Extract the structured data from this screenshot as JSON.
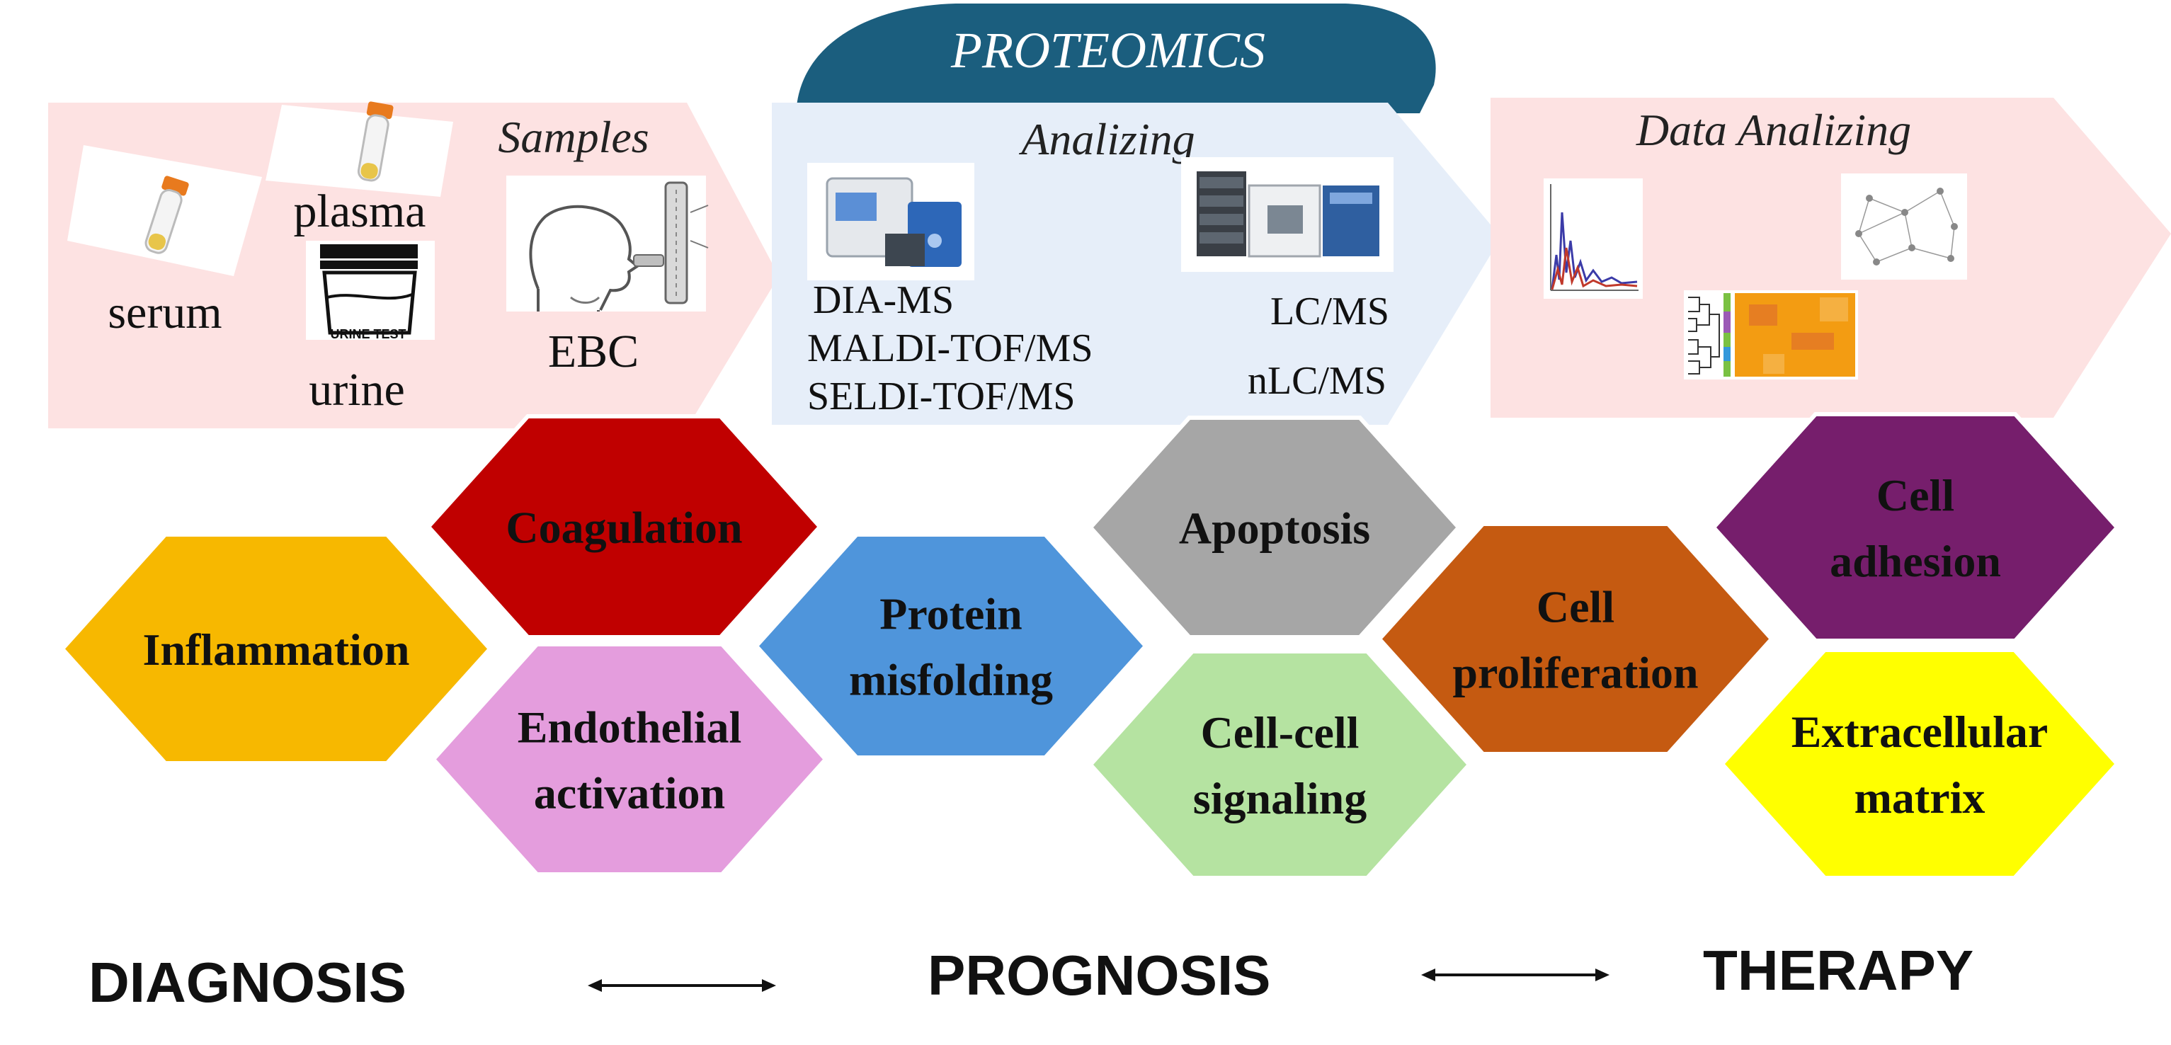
{
  "banner": {
    "title": "PROTEOMICS",
    "color": "#1b5e7e"
  },
  "stages": [
    {
      "key": "samples",
      "title": "Samples",
      "fill": "#fde2e2"
    },
    {
      "key": "analyzing",
      "title": "Analizing",
      "fill": "#e6eef9"
    },
    {
      "key": "data",
      "title": "Data Analizing",
      "fill": "#fde2e2"
    }
  ],
  "samples": {
    "serum": "serum",
    "plasma": "plasma",
    "urine": "urine",
    "urine_cup_text": "URINE TEST",
    "ebc": "EBC"
  },
  "methods_left": [
    "DIA-MS",
    "MALDI-TOF/MS",
    "SELDI-TOF/MS"
  ],
  "methods_right": [
    "LC/MS",
    "nLC/MS"
  ],
  "hexagons": [
    {
      "key": "inflammation",
      "lines": [
        "Inflammation"
      ],
      "color": "#f7b800"
    },
    {
      "key": "coagulation",
      "lines": [
        "Coagulation"
      ],
      "color": "#c00000"
    },
    {
      "key": "endothelial",
      "lines": [
        "Endothelial",
        "activation"
      ],
      "color": "#e49ddd"
    },
    {
      "key": "protein",
      "lines": [
        "Protein",
        "misfolding"
      ],
      "color": "#4f95db"
    },
    {
      "key": "apoptosis",
      "lines": [
        "Apoptosis"
      ],
      "color": "#a6a6a6"
    },
    {
      "key": "cellcell",
      "lines": [
        "Cell-cell",
        "signaling"
      ],
      "color": "#b5e3a1"
    },
    {
      "key": "proliferation",
      "lines": [
        "Cell",
        "proliferation"
      ],
      "color": "#c55a11"
    },
    {
      "key": "adhesion",
      "lines": [
        "Cell",
        "adhesion"
      ],
      "color": "#761e6c"
    },
    {
      "key": "ecm",
      "lines": [
        "Extracellular",
        "matrix"
      ],
      "color": "#ffff00"
    }
  ],
  "footer": {
    "diagnosis": "DIAGNOSIS",
    "prognosis": "PROGNOSIS",
    "therapy": "THERAPY"
  }
}
